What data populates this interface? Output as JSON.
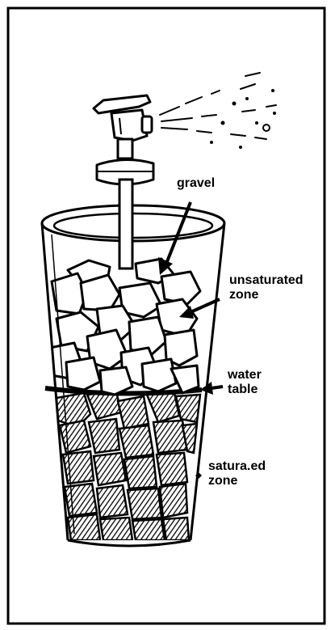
{
  "labels": {
    "gravel": "gravel",
    "unsaturated_line1": "unsaturated",
    "unsaturated_line2": "zone",
    "water_line1": "water",
    "water_line2": "table",
    "saturated_line1": "satura.ed",
    "saturated_line2": "zone"
  },
  "colors": {
    "ink": "#000000",
    "paper": "#ffffff",
    "water_fill": "#1a1a1a"
  }
}
